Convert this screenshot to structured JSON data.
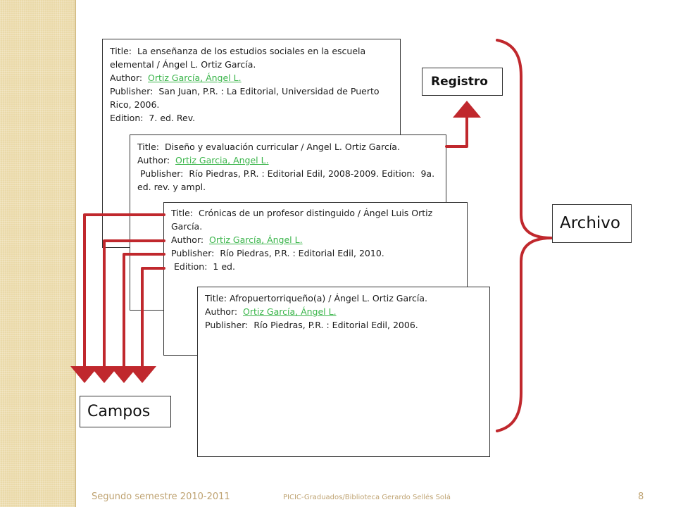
{
  "records": [
    {
      "title_label": "Title:",
      "title_text": "La enseñanza de los estudios sociales en la escuela elemental / Ángel L. Ortiz García.",
      "author_label": "Author:",
      "author_link": "Ortiz García, Ángel L.",
      "publisher_label": "Publisher:",
      "publisher_text": "San Juan, P.R. : La Editorial, Universidad de Puerto Rico, 2006.",
      "edition_label": "Edition:",
      "edition_text": "7. ed. Rev."
    },
    {
      "title_label": "Title:",
      "title_text": "Diseño y evaluación curricular / Angel L. Ortiz García.",
      "author_label": "Author:",
      "author_link": "Ortiz Garcia, Angel L.",
      "publisher_label": "Publisher:",
      "publisher_text": "Río Piedras, P.R. : Editorial Edil, 2008-2009.",
      "edition_label": "Edition:",
      "edition_text": "9a. ed. rev. y ampl."
    },
    {
      "title_label": "Title:",
      "title_text": "Crónicas de un profesor distinguido / Ángel Luis Ortiz García.",
      "author_label": "Author:",
      "author_link": "Ortiz García, Ángel L.",
      "publisher_label": "Publisher:",
      "publisher_text": "Río Piedras, P.R. : Editorial Edil, 2010.",
      "edition_label": "Edition:",
      "edition_text": "1 ed."
    },
    {
      "title_label": "Title:",
      "title_text": "Afropuertorriqueño(a) / Ángel L. Ortiz García.",
      "author_label": "Author:",
      "author_link": "Ortiz García, Ángel L.",
      "publisher_label": "Publisher:",
      "publisher_text": "Río Piedras, P.R. : Editorial Edil, 2006."
    }
  ],
  "labels": {
    "registro": "Registro",
    "archivo": "Archivo",
    "campos": "Campos"
  },
  "colors": {
    "arrow": "#c0282d",
    "link": "#3ab54a",
    "sidebar": "#ead9a8",
    "footer_text": "#bfa372"
  },
  "footer": {
    "semester": "Segundo semestre 2010-2011",
    "course": "PICIC-Graduados/Biblioteca Gerardo Sellés Solá",
    "page": "8"
  }
}
